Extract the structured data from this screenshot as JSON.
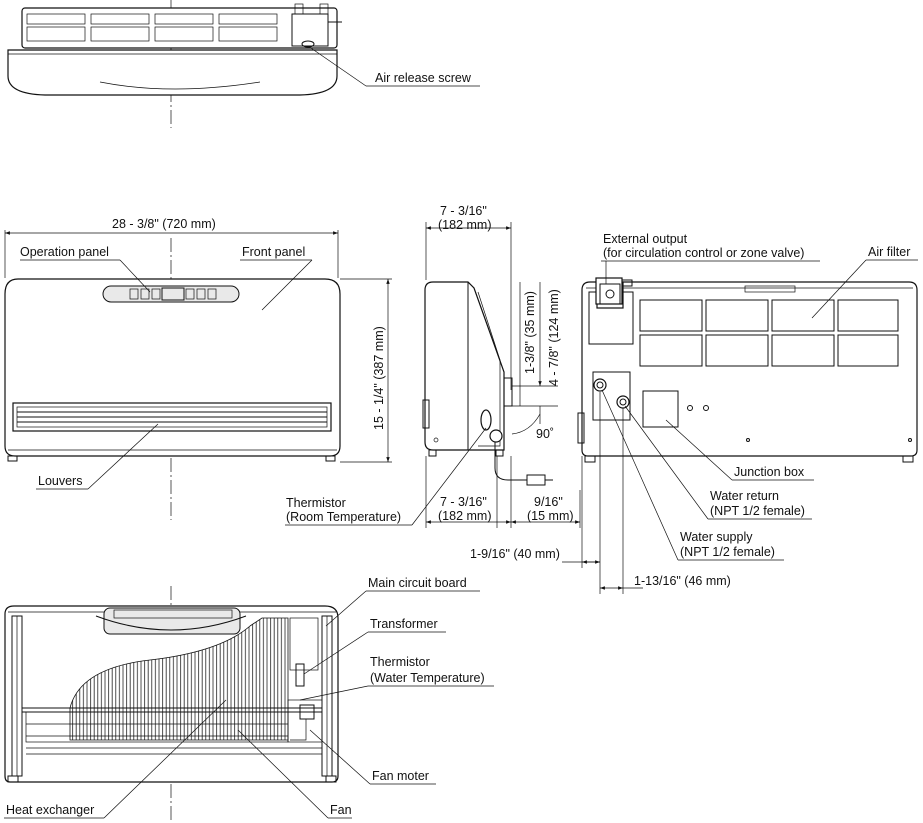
{
  "top_view": {
    "air_release_screw": "Air release screw"
  },
  "front_view": {
    "width_dim": "28 - 3/8\" (720 mm)",
    "height_dim": "15 - 1/4\" (387 mm)",
    "operation_panel": "Operation panel",
    "front_panel": "Front panel",
    "louvers": "Louvers"
  },
  "side_view": {
    "depth_dim_top": "7 - 3/16\"",
    "depth_dim_top_mm": "(182 mm)",
    "dim_35": "1-3/8\" (35 mm)",
    "dim_124": "4 - 7/8\" (124 mm)",
    "angle": "90˚",
    "thermistor_room_1": "Thermistor",
    "thermistor_room_2": "(Room Temperature)",
    "depth_dim_bottom": "7 - 3/16\"",
    "depth_dim_bottom_mm": "(182 mm)",
    "dim_15": "9/16\"",
    "dim_15_mm": "(15 mm)"
  },
  "rear_view": {
    "external_output_1": "External output",
    "external_output_2": "(for circulation control or zone valve)",
    "air_filter": "Air filter",
    "junction_box": "Junction box",
    "water_return_1": "Water return",
    "water_return_2": "(NPT 1/2 female)",
    "water_supply_1": "Water supply",
    "water_supply_2": "(NPT 1/2 female)",
    "dim_40": "1-9/16\" (40 mm)",
    "dim_46": "1-13/16\" (46 mm)"
  },
  "internal_view": {
    "main_circuit_board": "Main circuit board",
    "transformer": "Transformer",
    "thermistor_water_1": "Thermistor",
    "thermistor_water_2": "(Water Temperature)",
    "fan_moter": "Fan moter",
    "heat_exchanger": "Heat exchanger",
    "fan": "Fan"
  }
}
